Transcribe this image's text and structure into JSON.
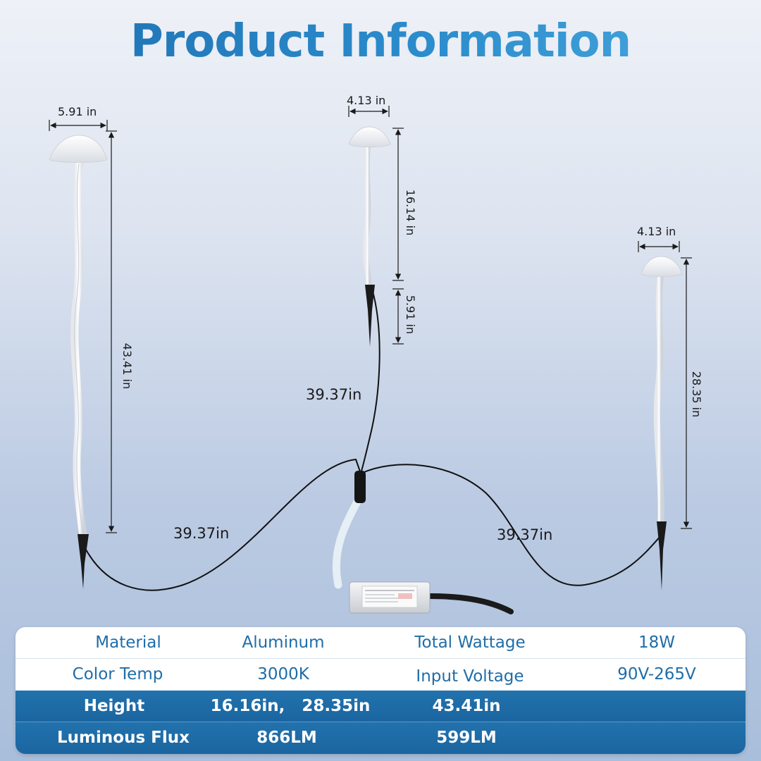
{
  "title": "Product Information",
  "dimensions": {
    "left_width": "5.91 in",
    "left_height": "43.41 in",
    "center_width": "4.13 in",
    "center_height": "16.14 in",
    "center_stake": "5.91 in",
    "right_width": "4.13 in",
    "right_height": "28.35 in"
  },
  "cords": {
    "left": "39.37in",
    "center": "39.37in",
    "right": "39.37in"
  },
  "specs": {
    "rows": [
      {
        "cells": [
          "Material",
          "Aluminum",
          "Total Wattage",
          "18W"
        ]
      },
      {
        "cells": [
          "Color Temp",
          "3000K",
          "Input Voltage",
          "90V-265V"
        ]
      },
      {
        "cells": [
          "Height",
          "16.16in,   28.35in",
          "43.41in"
        ]
      },
      {
        "cells": [
          "Luminous Flux",
          "866LM",
          "599LM"
        ]
      }
    ]
  },
  "colors": {
    "title_blue": "#1d6fb0",
    "table_blue": "#1f6da8",
    "background_top": "#eef1f7",
    "background_bottom": "#a9bedb"
  }
}
